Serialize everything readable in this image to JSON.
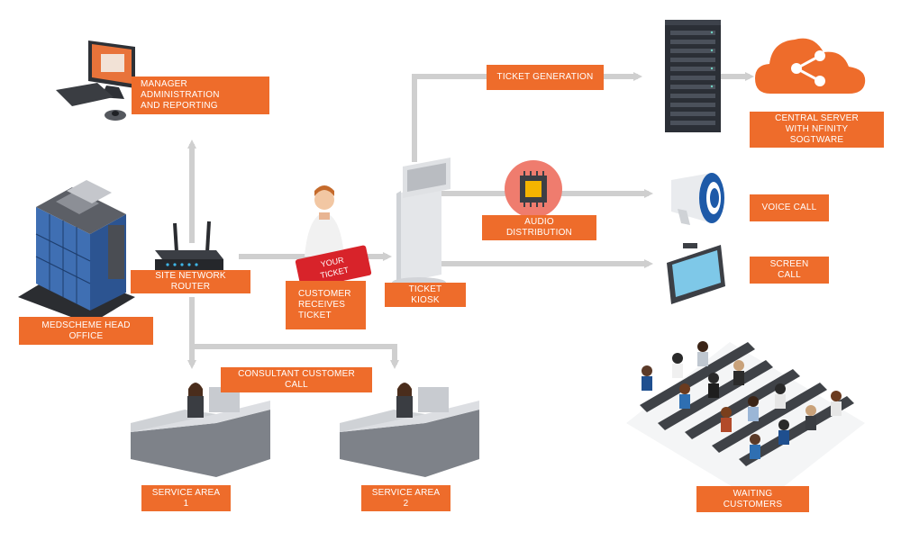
{
  "labels": {
    "manager": "MANAGER ADMINISTRATION\nAND REPORTING",
    "ticket_generation": "TICKET GENERATION",
    "central_server": "CENTRAL SERVER\nWITH NFINITY SOGTWARE",
    "audio_distribution": "AUDIO DISTRIBUTION",
    "voice_call": "VOICE CALL",
    "screen_call": "SCREEN CALL",
    "site_network_router": "SITE NETWORK ROUTER",
    "customer_receives_ticket": "CUSTOMER\nRECEIVES\nTICKET",
    "ticket_kiosk": "TICKET KIOSK",
    "head_office": "MEDSCHEME HEAD OFFICE",
    "consultant_call": "CONSULTANT CUSTOMER CALL",
    "service_area_1": "SERVICE AREA 1",
    "service_area_2": "SERVICE AREA 2",
    "waiting_customers": "WAITING CUSTOMERS"
  },
  "ticket_text": "YOUR\nTICKET",
  "colors": {
    "accent": "#ee6c2b",
    "connector": "#cfcfcf",
    "screen": "#7ec8e8",
    "ticket": "#d8232a",
    "server": "#2b2f36"
  },
  "icons": [
    "computer-icon",
    "office-building-icon",
    "router-icon",
    "person-icon",
    "ticket-icon",
    "kiosk-icon",
    "server-rack-icon",
    "cloud-share-icon",
    "chip-icon",
    "megaphone-icon",
    "monitor-icon",
    "service-desk-icon",
    "waiting-room-icon"
  ]
}
